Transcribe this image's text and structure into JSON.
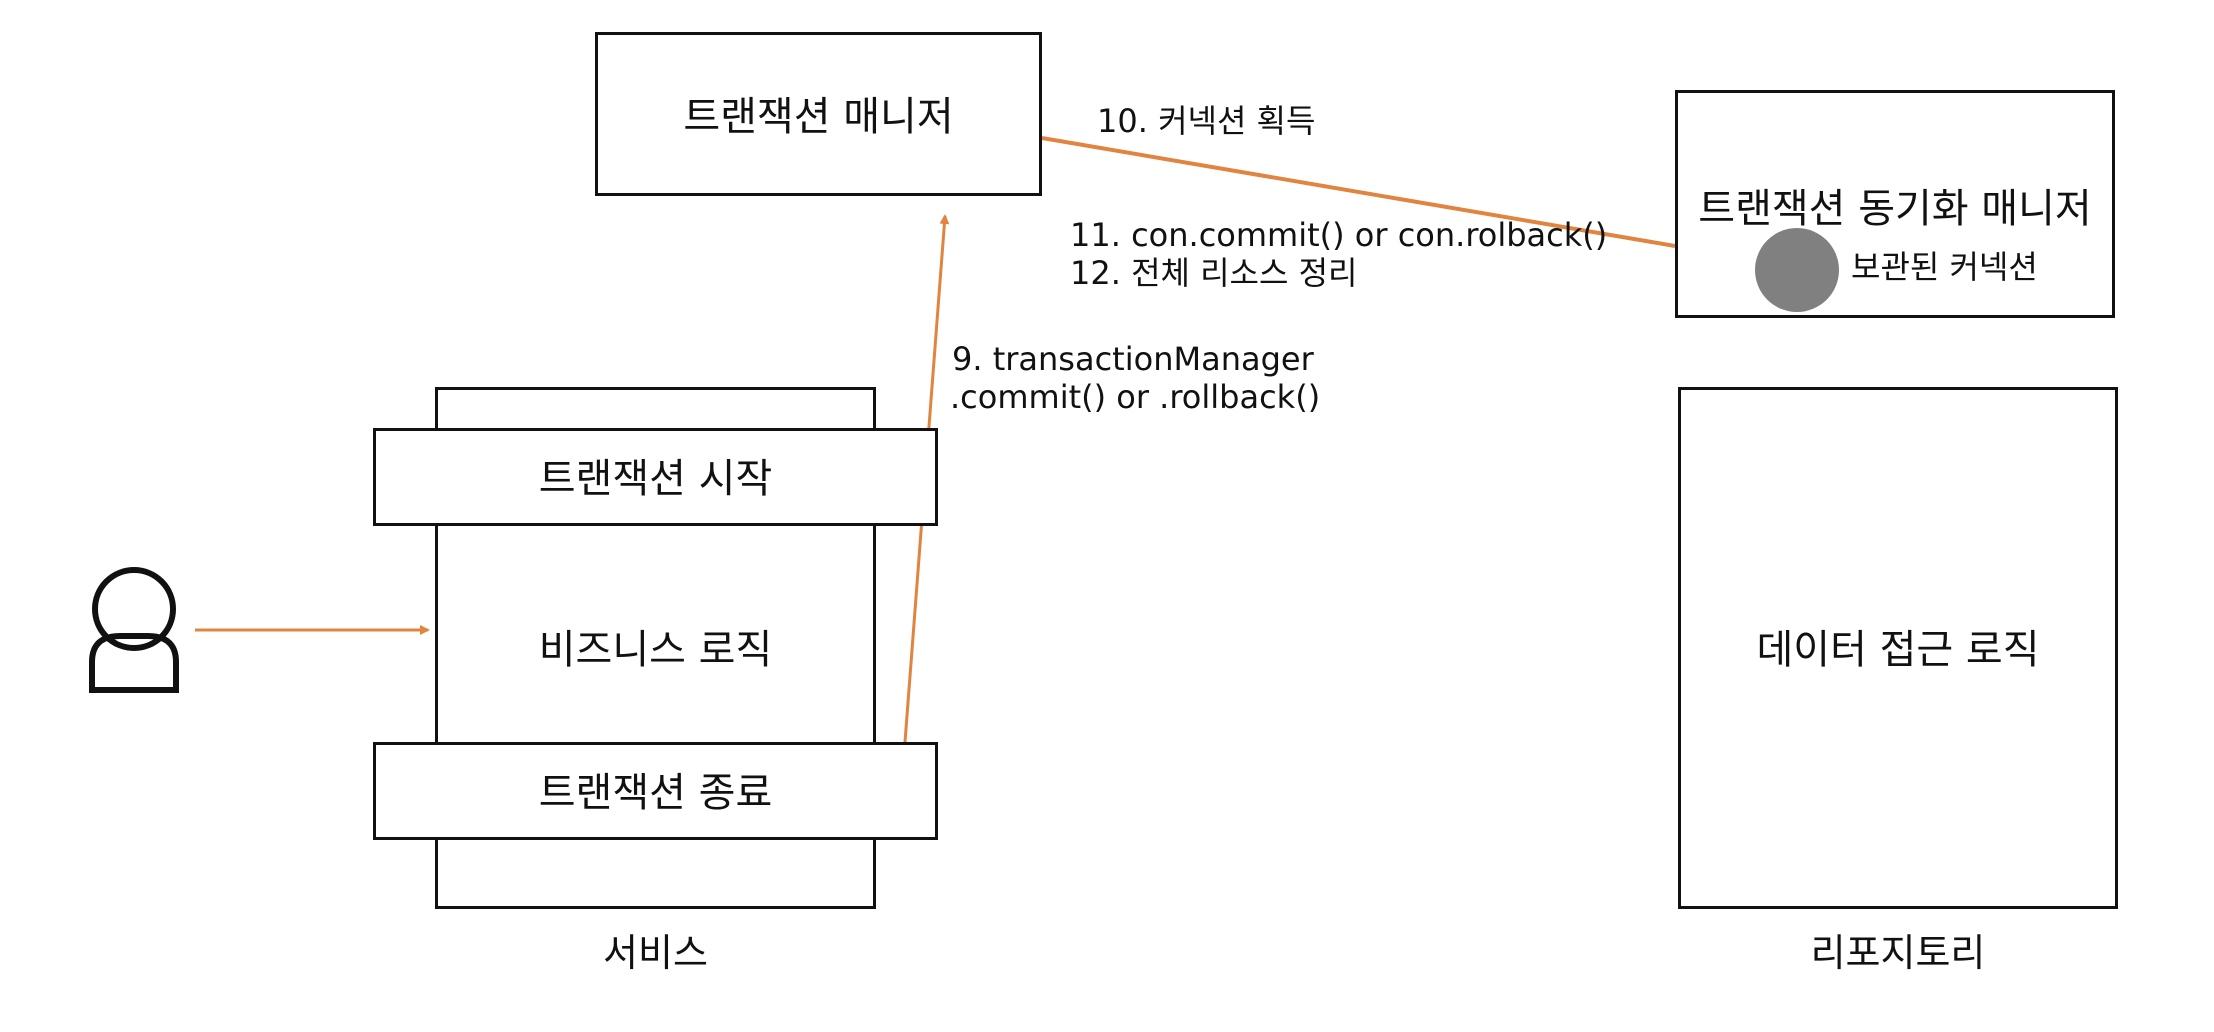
{
  "colors": {
    "arrow": "#E0843F",
    "border": "#111111",
    "connection_circle": "#808080"
  },
  "icons": {
    "user": "user-icon"
  },
  "transaction_manager": {
    "label": "트랜잭션 매니저"
  },
  "sync_manager": {
    "label": "트랜잭션 동기화 매니저",
    "stored_connection_label": "보관된 커넥션"
  },
  "service": {
    "caption": "서비스",
    "tx_start_label": "트랜잭션 시작",
    "business_logic_label": "비즈니스 로직",
    "tx_end_label": "트랜잭션 종료"
  },
  "repository": {
    "caption": "리포지토리",
    "data_access_label": "데이터 접근 로직"
  },
  "steps": {
    "step9_line1": "9. transactionManager",
    "step9_line2": ".commit() or .rollback()",
    "step10": "10. 커넥션 획득",
    "step11": "11. con.commit() or con.rolback()",
    "step12": "12. 전체 리소스 정리"
  }
}
